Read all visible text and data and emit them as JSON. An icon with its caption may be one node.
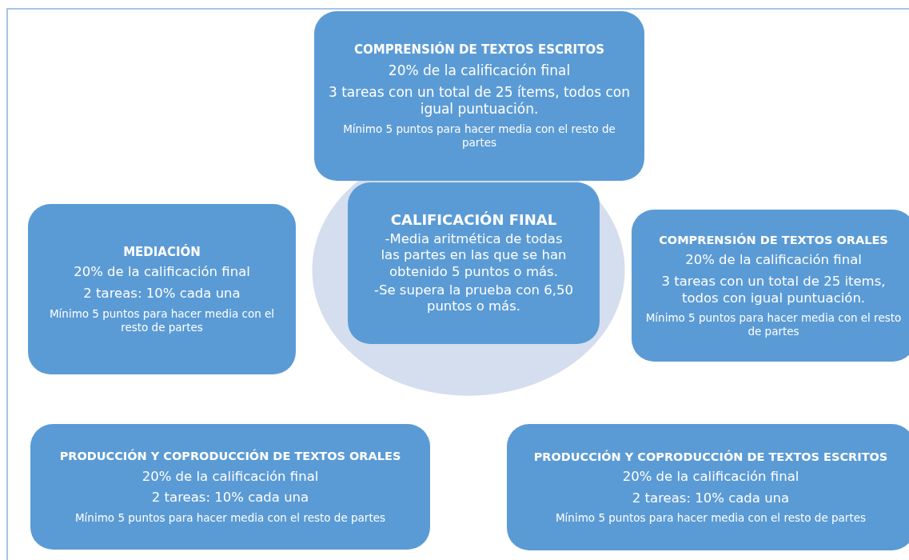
{
  "diagram": {
    "nodes": [
      {
        "text": [
          "COMPRENSIÓN DE TEXTOS ESCRITOS",
          "20% de la calificación final",
          "3 tareas con un total de 25 ítems, todos con igual puntuación.",
          "Mínimo 5 puntos para hacer media con el resto de partes"
        ]
      },
      {
        "text": [],
        "shape": "circle"
      },
      {
        "text": [
          "CALIFICACIÓN FINAL",
          "-Media aritmética de todas las partes en las que se han obtenido 5 puntos o más.",
          "-Se supera la prueba con 6,50 puntos o más."
        ],
        "in": 1
      },
      {
        "text": [
          "MEDIACIÓN",
          "20% de la calificación final",
          "2 tareas: 10% cada una",
          "Mínimo 5 puntos para hacer media con el resto de partes"
        ]
      },
      {
        "text": [
          "COMPRENSIÓN DE TEXTOS ORALES",
          "20% de la calificación final",
          "3 tareas con un total de 25 items, todos con igual puntuación.",
          "Mínimo 5 puntos para hacer media con el resto de partes"
        ]
      },
      {
        "text": [
          "PRODUCCIÓN Y COPRODUCCIÓN DE TEXTOS ORALES",
          "20% de la calificación final",
          "2 tareas: 10% cada una",
          "Mínimo 5 puntos para hacer media con el resto de partes"
        ]
      },
      {
        "text": [
          "PRODUCCIÓN Y COPRODUCCIÓN DE TEXTOS ESCRITOS",
          "20% de la calificación final",
          "2 tareas: 10% cada una",
          "Mínimo 5 puntos para hacer media con el resto de partes"
        ]
      }
    ],
    "edges": []
  }
}
